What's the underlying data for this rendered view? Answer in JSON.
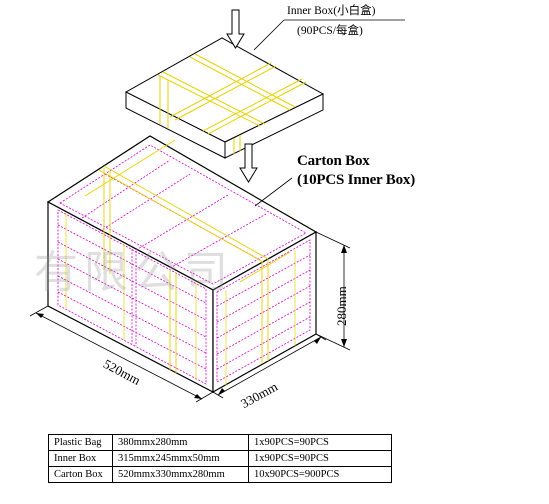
{
  "inner_box": {
    "title": "Inner Box(小白盒)",
    "subtitle": "(90PCS/每盒)"
  },
  "carton_box": {
    "title": "Carton Box",
    "subtitle": "(10PCS Inner Box)"
  },
  "dimensions": {
    "length": "520mm",
    "width": "330mm",
    "height": "280mm"
  },
  "watermark": "有限公司",
  "spec_table": {
    "rows": [
      {
        "name": "Plastic Bag",
        "size": "380mmx280mm",
        "qty": "1x90PCS=90PCS"
      },
      {
        "name": "Inner Box",
        "size": "315mmx245mmx50mm",
        "qty": "1x90PCS=90PCS"
      },
      {
        "name": "Carton Box",
        "size": "520mmx330mmx280mm",
        "qty": "10x90PCS=900PCS"
      }
    ]
  },
  "colors": {
    "outline": "#000000",
    "tape": "#e6d200",
    "inner_lines": "#d400d4"
  }
}
